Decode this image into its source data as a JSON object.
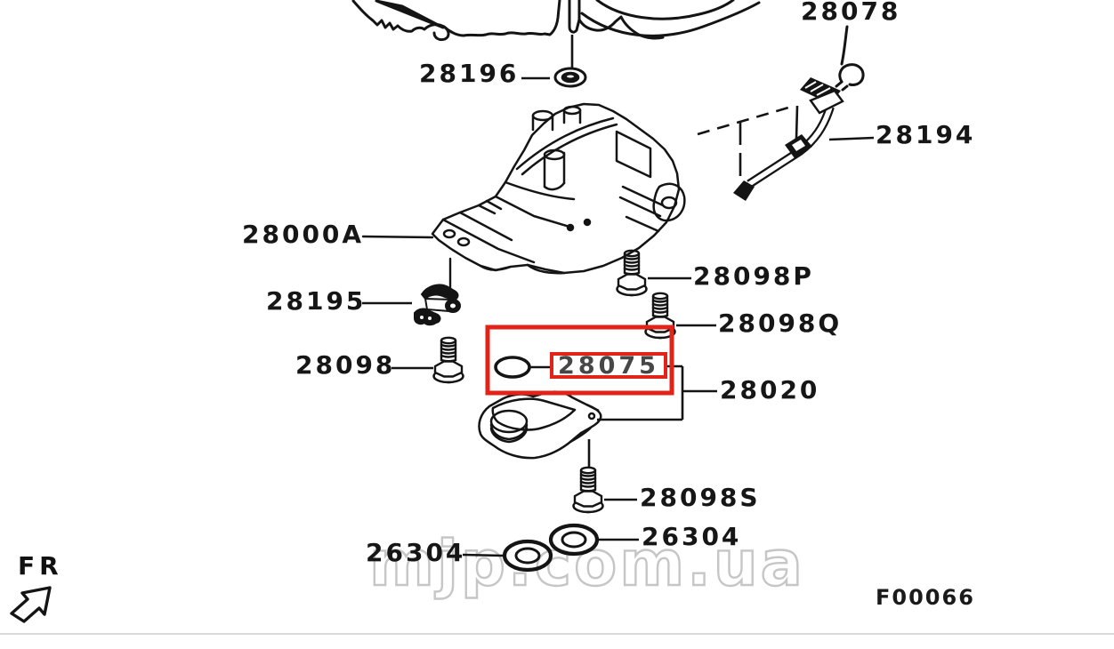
{
  "diagram": {
    "type": "exploded-parts-diagram",
    "subject": "automatic transmission valve body, oil filter and dipstick tube",
    "highlighted_part": "28075",
    "colors": {
      "line": "#141414",
      "highlight_red": "#e2231a",
      "watermark_gray": "#c6c6c6",
      "divider_gray": "#d9d9d9"
    }
  },
  "parts": {
    "p28078": {
      "label": "28078"
    },
    "p28196": {
      "label": "28196"
    },
    "p28194": {
      "label": "28194"
    },
    "p28000A": {
      "label": "28000A"
    },
    "p28098P": {
      "label": "28098P"
    },
    "p28195": {
      "label": "28195"
    },
    "p28098Q": {
      "label": "28098Q"
    },
    "p28098": {
      "label": "28098"
    },
    "p28075": {
      "label": "28075"
    },
    "p28020": {
      "label": "28020"
    },
    "p28098S": {
      "label": "28098S"
    },
    "p26304L": {
      "label": "26304"
    },
    "p26304R": {
      "label": "26304"
    }
  },
  "orientation_marker": {
    "label": "FR"
  },
  "watermark": {
    "text": "mjp.com.ua"
  },
  "footer": {
    "figure_code": "F00066"
  }
}
